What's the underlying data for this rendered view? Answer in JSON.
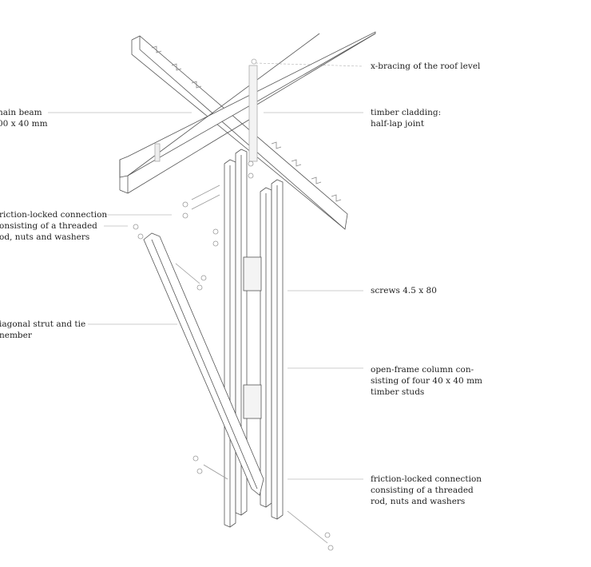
{
  "labels_left": {
    "main_beam": [
      "nain beam",
      "00 x 40 mm"
    ],
    "friction_left": [
      "riction-locked connection",
      "onsisting of a threaded",
      "od, nuts and washers"
    ],
    "diagonal": [
      "iagonal strut and tie",
      "nember"
    ]
  },
  "labels_right": {
    "x_bracing": [
      "x-bracing of the roof level"
    ],
    "cladding": [
      "timber cladding:",
      "half-lap joint"
    ],
    "screws": [
      "screws 4.5 x 80"
    ],
    "column": [
      "open-frame column con-",
      "sisting of four 40 x 40 mm",
      "timber studs"
    ],
    "friction_right": [
      "friction-locked connection",
      "consisting of a threaded",
      "rod, nuts and washers"
    ]
  }
}
